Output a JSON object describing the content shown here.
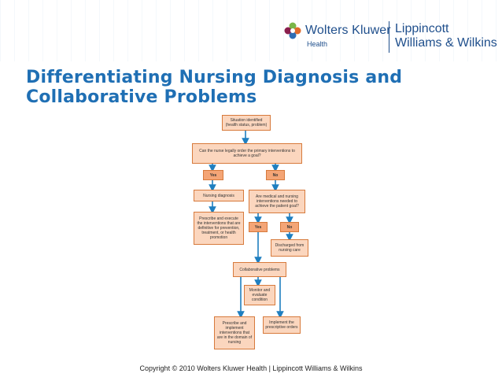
{
  "header": {
    "brand_primary": "Wolters Kluwer",
    "brand_sub": "Health",
    "brand_secondary_line1": "Lippincott",
    "brand_secondary_line2": "Williams & Wilkins"
  },
  "slide": {
    "title_line1": "Differentiating Nursing Diagnosis and",
    "title_line2": "Collaborative Problems"
  },
  "flowchart": {
    "situation": "Situation identified (health status, problem)",
    "question1": "Can the nurse legally order the primary interventions to achieve a goal?",
    "yes1": "Yes",
    "no1": "No",
    "nursing_diagnosis": "Nursing diagnosis",
    "question2": "Are medical and nursing interventions needed to achieve the patient goal?",
    "prescribe_definitive": "Prescribe and execute the interventions that are definitive for prevention, treatment, or health promotion",
    "yes2": "Yes",
    "no2": "No",
    "discharged": "Discharged from nursing care",
    "collaborative": "Collaborative problems",
    "monitor": "Monitor and evaluate condition",
    "prescribe_nursing": "Prescribe and implement interventions that are in the domain of nursing",
    "implement_orders": "Implement the prescriptive orders"
  },
  "footer": {
    "copyright": "Copyright © 2010 Wolters Kluwer Health | Lippincott Williams & Wilkins"
  },
  "colors": {
    "title": "#1f6fb4",
    "brand": "#1f4f8c",
    "node_fill": "#fbd6be",
    "node_border": "#d77a3c",
    "arrow": "#1f7fc0"
  }
}
